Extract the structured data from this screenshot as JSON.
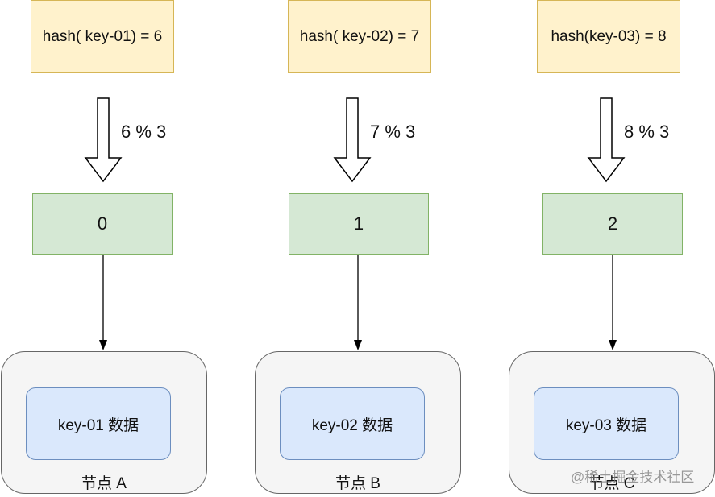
{
  "columns": [
    {
      "hash_label": "hash( key-01) = 6",
      "mod_label": "6 % 3",
      "slot_label": "0",
      "data_label": "key-01 数据",
      "node_label": "节点 A"
    },
    {
      "hash_label": "hash( key-02) = 7",
      "mod_label": "7 % 3",
      "slot_label": "1",
      "data_label": "key-02 数据",
      "node_label": "节点 B"
    },
    {
      "hash_label": "hash(key-03) = 8",
      "mod_label": "8 % 3",
      "slot_label": "2",
      "data_label": "key-03 数据",
      "node_label": "节点 C"
    }
  ],
  "watermark": "@稀土掘金技术社区",
  "colors": {
    "hash_fill": "#fff2cc",
    "hash_stroke": "#d6b656",
    "slot_fill": "#d5e8d4",
    "slot_stroke": "#82b366",
    "node_fill": "#f5f5f5",
    "node_stroke": "#666666",
    "data_fill": "#dae8fc",
    "data_stroke": "#6c8ebf"
  }
}
